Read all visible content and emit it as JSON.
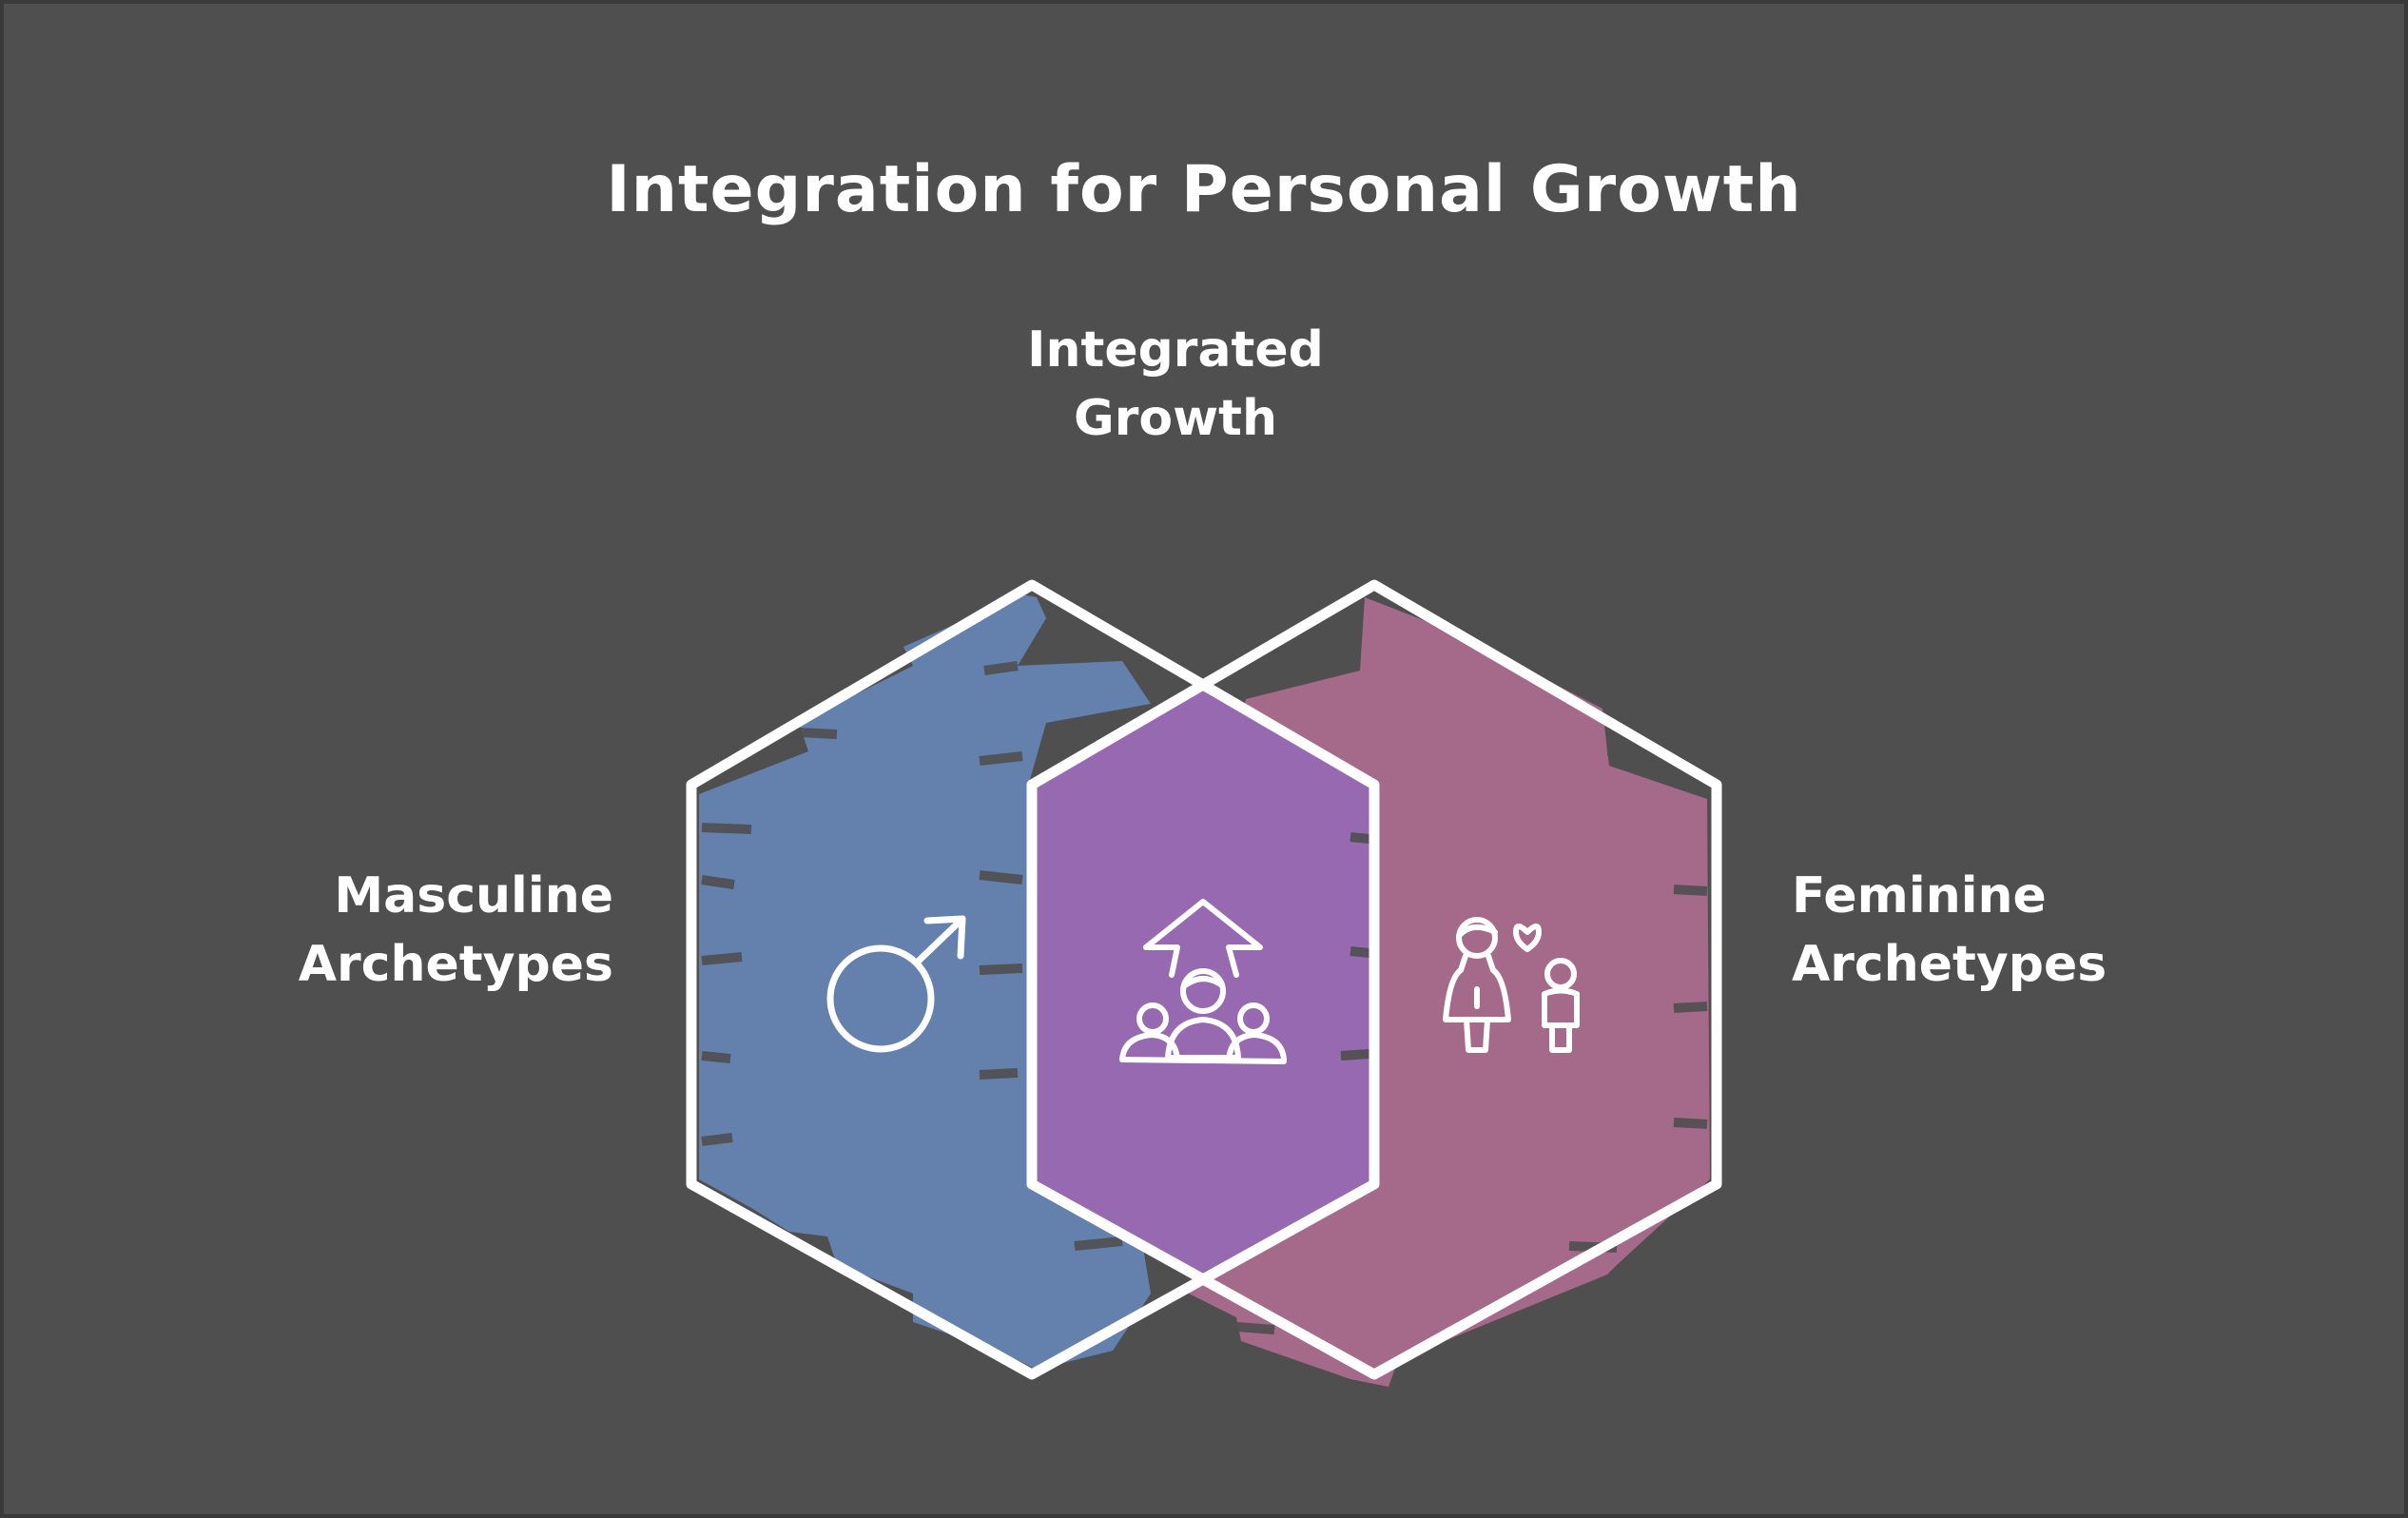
{
  "title": "Integration for Personal Growth",
  "top_label": {
    "line1": "Integrated",
    "line2": "Growth"
  },
  "left_label": {
    "line1": "Masculine",
    "line2": "Archetypes"
  },
  "right_label": {
    "line1": "Feminine",
    "line2": "Archetypes"
  },
  "regions": {
    "masculine": {
      "icon": "male-symbol-icon",
      "color": "#6480ad"
    },
    "integrated": {
      "icon": "group-growth-arrow-icon",
      "color": "#9769b0"
    },
    "feminine": {
      "icon": "mother-child-heart-icon",
      "color": "#a5698a"
    }
  },
  "colors": {
    "background": "#4f4f4f",
    "outline": "#ffffff",
    "text": "#ffffff"
  }
}
